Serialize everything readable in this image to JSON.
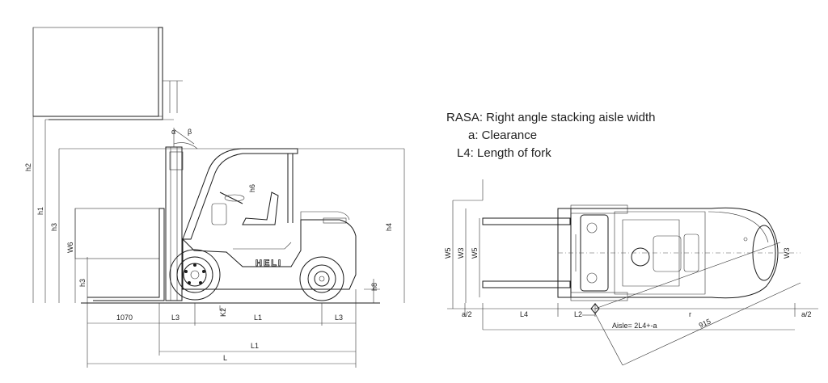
{
  "legend": {
    "rasa": "RASA: Right angle stacking aisle width",
    "clearance": "a: Clearance",
    "fork_length": "L4: Length of fork"
  },
  "side_view": {
    "dims": {
      "h2": "h2",
      "h1": "h1",
      "h3_top": "h3",
      "w6": "W6",
      "h3": "h3",
      "h6": "h6",
      "h4": "h4",
      "h8": "h8",
      "alpha": "α",
      "beta": "β",
      "fork_1070": "1070",
      "l3_front": "L3",
      "l1": "L1",
      "l3_rear": "L3",
      "l1_total": "L1",
      "l_total": "L",
      "k2": "K2"
    },
    "brand": "HELI"
  },
  "top_view": {
    "dims": {
      "w5_outer": "W5",
      "w3_left": "W3",
      "w5_inner": "W5",
      "w3_right": "W3",
      "a_half_left": "a/2",
      "l4": "L4",
      "l2": "L2",
      "r": "r",
      "a_half_right": "a/2",
      "aisle": "Aisle= 2L4+-a",
      "d915": "915"
    }
  }
}
